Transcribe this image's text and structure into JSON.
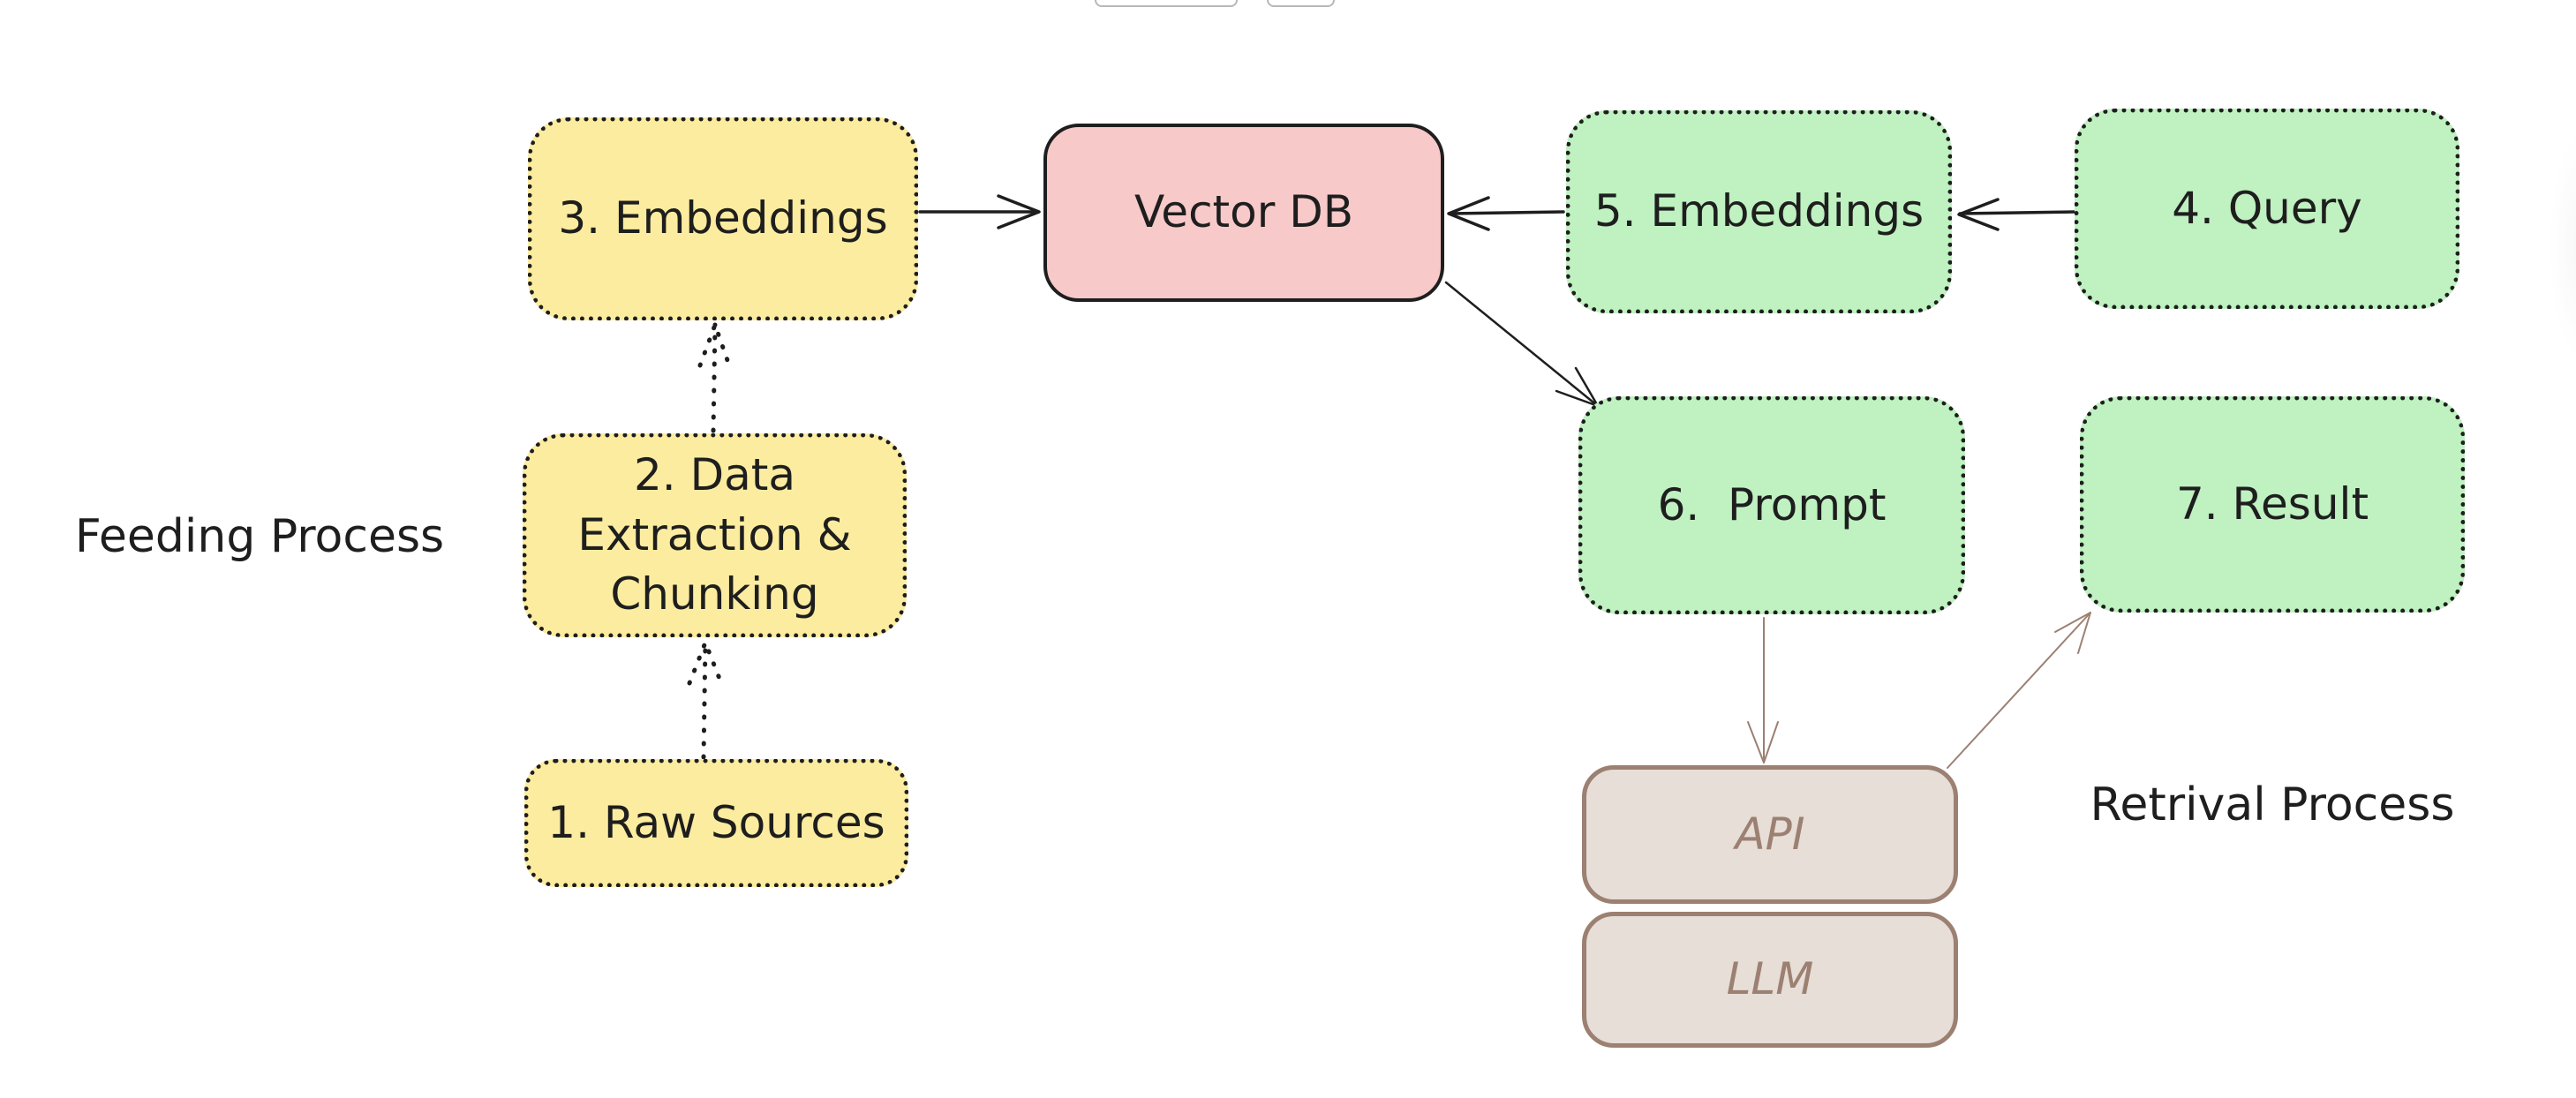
{
  "canvas": {
    "toolbar_stubs": [
      "toolbar-button-1",
      "toolbar-button-2"
    ]
  },
  "labels": {
    "feeding": "Feeding Process",
    "retrieval": "Retrival Process"
  },
  "nodes": {
    "raw_sources": "1. Raw Sources",
    "extraction": "2. Data Extraction & Chunking",
    "embeddings_feed": "3. Embeddings",
    "vector_db": "Vector DB",
    "query": "4. Query",
    "embeddings_query": "5. Embeddings",
    "prompt": "6.  Prompt",
    "result": "7. Result",
    "api": "API",
    "llm": "LLM"
  },
  "edges": [
    {
      "from": "1. Raw Sources",
      "to": "2. Data Extraction & Chunking",
      "style": "dotted"
    },
    {
      "from": "2. Data Extraction & Chunking",
      "to": "3. Embeddings",
      "style": "dotted"
    },
    {
      "from": "3. Embeddings",
      "to": "Vector DB",
      "style": "solid"
    },
    {
      "from": "4. Query",
      "to": "5. Embeddings",
      "style": "solid"
    },
    {
      "from": "5. Embeddings",
      "to": "Vector DB",
      "style": "solid"
    },
    {
      "from": "Vector DB",
      "to": "6.  Prompt",
      "style": "solid"
    },
    {
      "from": "6.  Prompt",
      "to": "API",
      "style": "solid"
    },
    {
      "from": "API",
      "to": "7. Result",
      "style": "solid"
    }
  ],
  "colors": {
    "feed_fill": "#fcec9f",
    "retrieval_fill": "#bff1c1",
    "db_fill": "#f7c9c9",
    "llm_fill": "#e6ded7",
    "llm_stroke": "#9c8072",
    "ink": "#1e1e1e"
  }
}
